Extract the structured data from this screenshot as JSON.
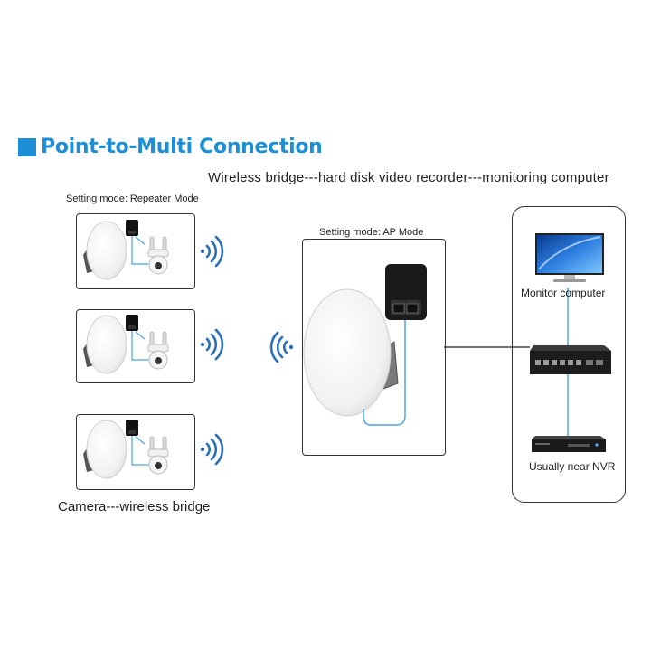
{
  "title": "Point-to-Multi Connection",
  "subtitle": "Wireless bridge---hard disk video recorder---monitoring computer",
  "repeater_label": "Setting mode: Repeater Mode",
  "ap_label": "Setting mode: AP Mode",
  "camera_label": "Camera---wireless bridge",
  "monitor_label": "Monitor computer",
  "nvr_label": "Usually near NVR",
  "colors": {
    "accent": "#1c8fd6",
    "cable": "#4aa3df",
    "wifi": "#2a6fb8"
  },
  "icons": [
    "wifi-icon",
    "poe-adapter-icon",
    "camera-icon",
    "antenna-icon",
    "monitor-icon",
    "switch-icon",
    "nvr-icon"
  ]
}
